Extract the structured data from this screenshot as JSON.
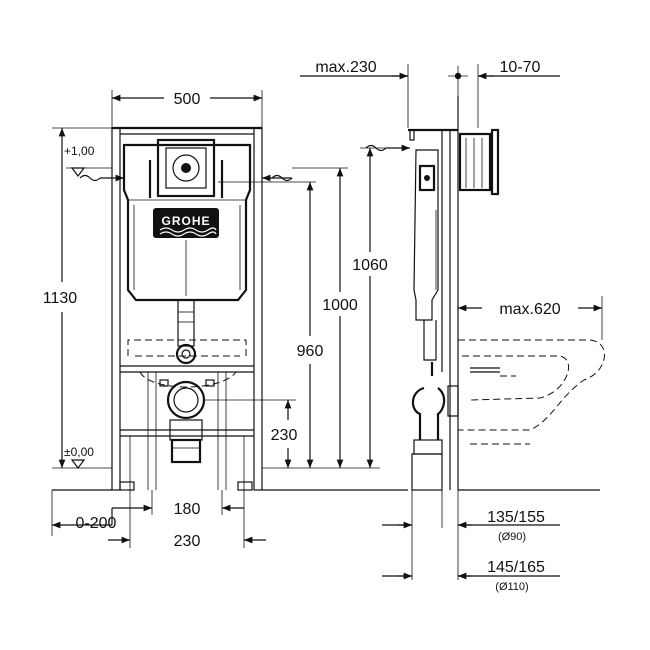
{
  "front_view": {
    "width_label": "500",
    "height_label": "1130",
    "level_top_label": "+1,00",
    "level_floor_label": "±0,00",
    "logo_text": "GROHE",
    "height_1060_label": "1060",
    "height_1000_label": "1000",
    "height_960_label": "960",
    "height_230_label": "230",
    "floor_offset_label": "0-200",
    "span_180_label": "180",
    "span_230_label": "230"
  },
  "side_view": {
    "depth_max_label": "max.230",
    "wall_range_label": "10-70",
    "bowl_max_label": "max.620",
    "drain_90_label": "135/155",
    "drain_90_sub": "(Ø90)",
    "drain_110_label": "145/165",
    "drain_110_sub": "(Ø110)"
  }
}
